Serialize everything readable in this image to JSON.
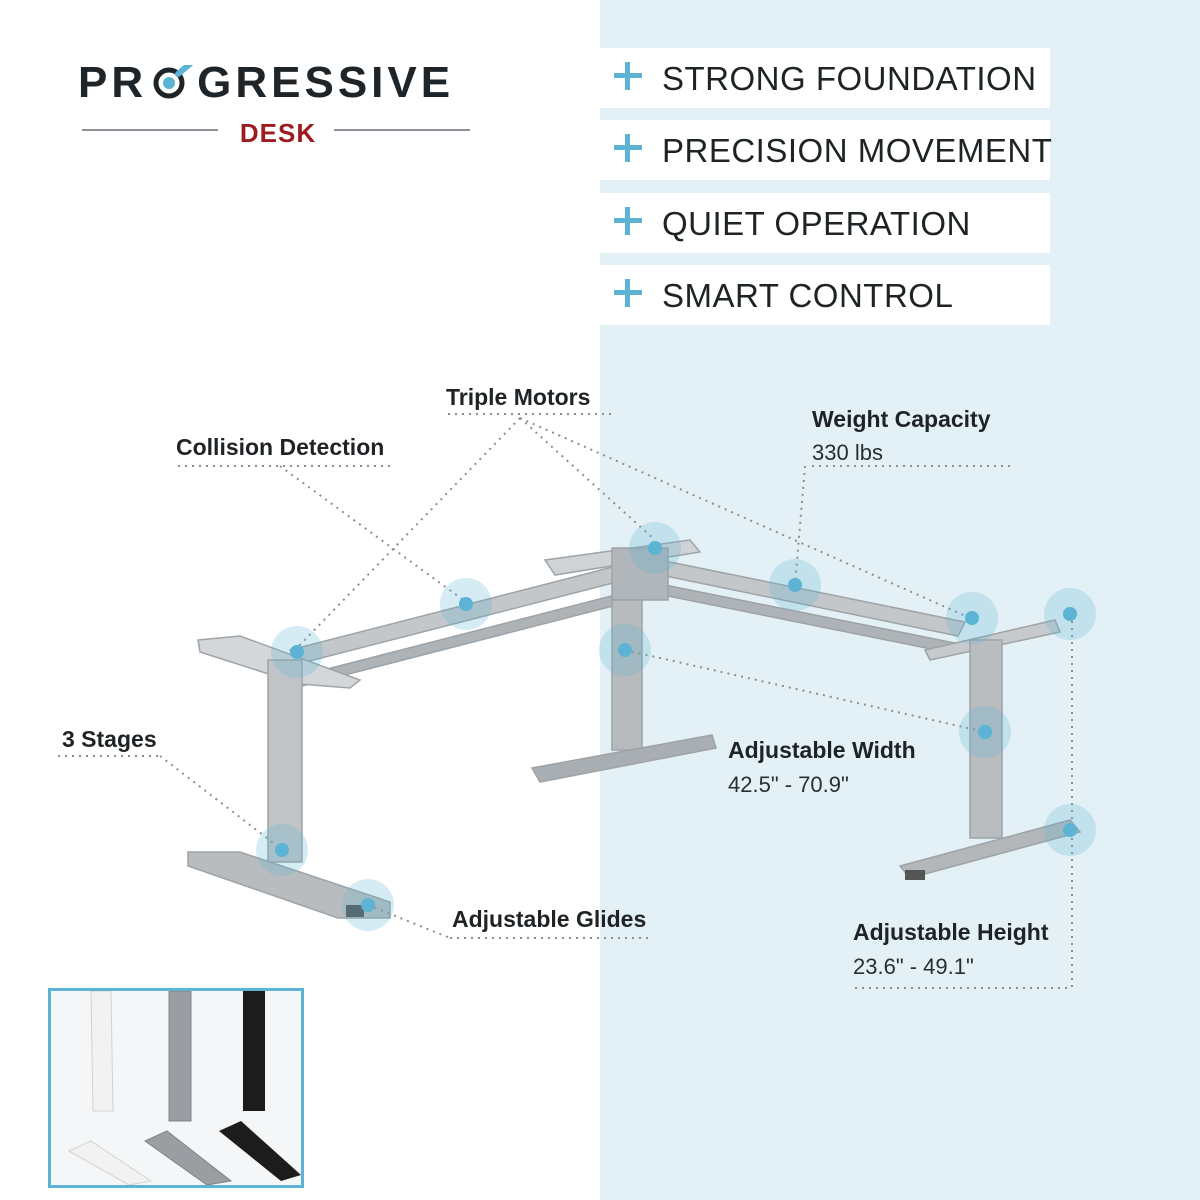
{
  "logo": {
    "brand_pre": "PR",
    "brand_post": "GRESSIVE",
    "sub": "DESK",
    "q_icon": "magnifier-q-icon",
    "colors": {
      "brand": "#1f2428",
      "sub": "#9b1b1e",
      "accent": "#5cb3d3"
    }
  },
  "features": [
    {
      "label": "STRONG FOUNDATION",
      "icon": "plus-icon"
    },
    {
      "label": "PRECISION MOVEMENT",
      "icon": "plus-icon"
    },
    {
      "label": "QUIET OPERATION",
      "icon": "plus-icon"
    },
    {
      "label": "SMART CONTROL",
      "icon": "plus-icon"
    }
  ],
  "callouts": {
    "triple_motors": {
      "label": "Triple Motors"
    },
    "collision_detection": {
      "label": "Collision Detection"
    },
    "weight_capacity": {
      "label": "Weight Capacity",
      "value": "330 lbs"
    },
    "three_stages": {
      "label": "3 Stages"
    },
    "adjustable_width": {
      "label": "Adjustable Width",
      "value": "42.5\" - 70.9\""
    },
    "adjustable_glides": {
      "label": "Adjustable Glides"
    },
    "adjustable_height": {
      "label": "Adjustable Height",
      "value": "23.6\" - 49.1\""
    }
  },
  "colors": {
    "background_right": "#e3f1f6",
    "frame_gray": "#b7bbbe",
    "hotspot": "#5cb3d3",
    "inset_frames": [
      "#f2f2f2",
      "#9a9ea2",
      "#1c1c1c"
    ]
  }
}
